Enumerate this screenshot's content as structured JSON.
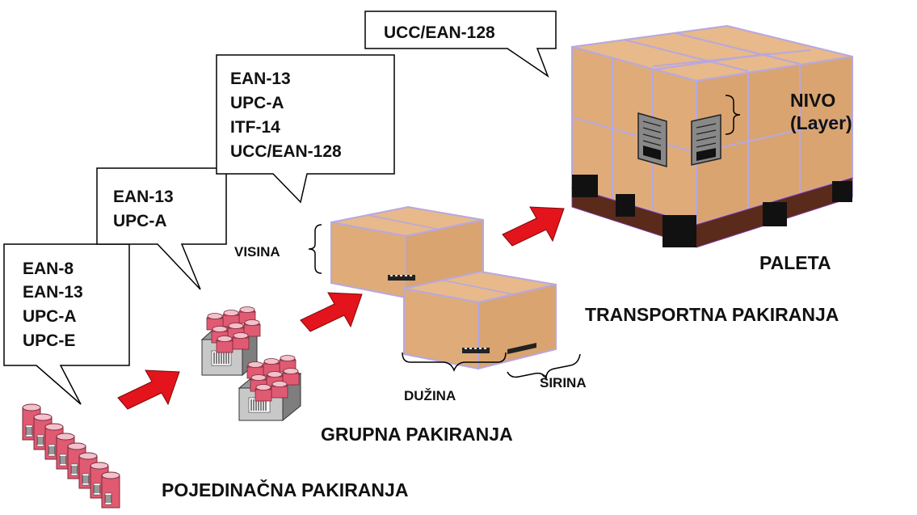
{
  "callouts": {
    "unit_codes": [
      "EAN-8",
      "EAN-13",
      "UPC-A",
      "UPC-E"
    ],
    "bundle_codes": [
      "EAN-13",
      "UPC-A"
    ],
    "case_codes": [
      "EAN-13",
      "UPC-A",
      "ITF-14",
      "UCC/EAN-128"
    ],
    "pallet_codes": [
      "UCC/EAN-128"
    ]
  },
  "labels": {
    "single_packaging": "POJEDINAČNA PAKIRANJA",
    "group_packaging": "GRUPNA PAKIRANJA",
    "transport_packaging": "TRANSPORTNA PAKIRANJA",
    "pallet": "PALETA",
    "height": "VISINA",
    "length": "DUŽINA",
    "width": "ŠIRINA",
    "layer_line1": "NIVO",
    "layer_line2": "(Layer)"
  },
  "colors": {
    "box": "#dfac79",
    "box_top": "#e8b98a",
    "box_edge": "#b7a8df",
    "arrow": "#e3141b",
    "can": "#e05a72",
    "can_top": "#f2c1cb",
    "pallet": "#5a2a1a"
  }
}
